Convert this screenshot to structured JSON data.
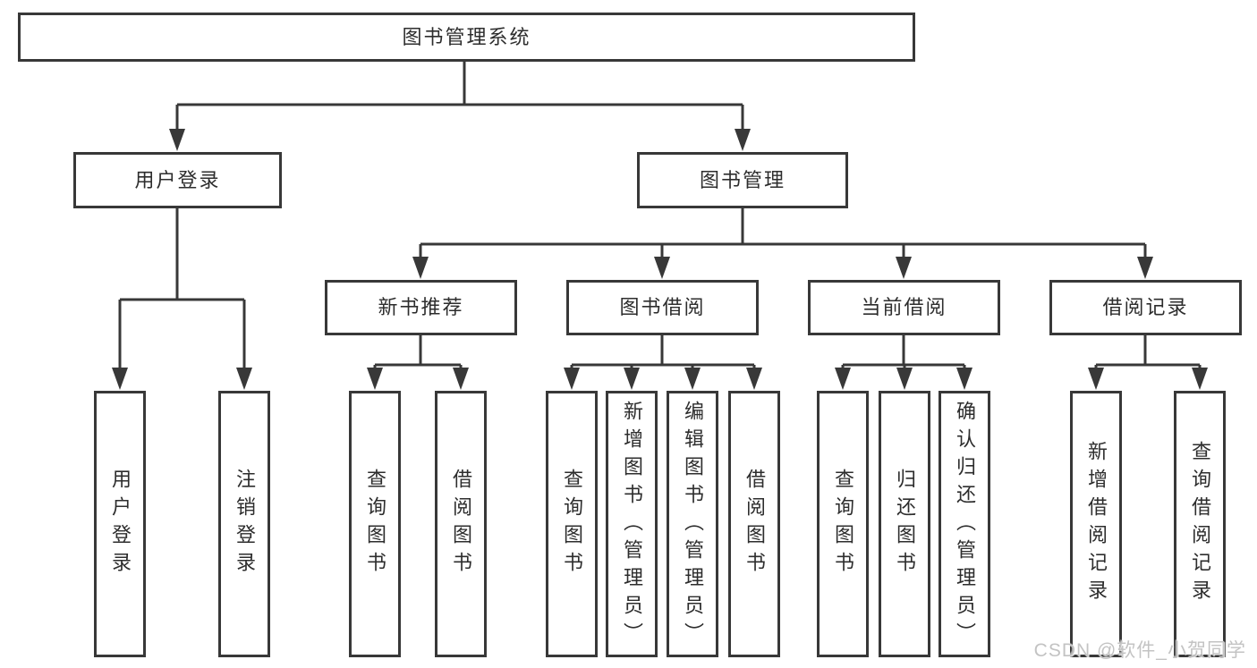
{
  "diagram_type": "hierarchy-org-chart",
  "tree": {
    "label": "图书管理系统",
    "children": [
      {
        "label": "用户登录",
        "children": [
          {
            "label": "用户登录"
          },
          {
            "label": "注销登录"
          }
        ]
      },
      {
        "label": "图书管理",
        "children": [
          {
            "label": "新书推荐",
            "children": [
              {
                "label": "查询图书"
              },
              {
                "label": "借阅图书"
              }
            ]
          },
          {
            "label": "图书借阅",
            "children": [
              {
                "label": "查询图书"
              },
              {
                "label": "新增图书（管理员）"
              },
              {
                "label": "编辑图书（管理员）"
              },
              {
                "label": "借阅图书"
              }
            ]
          },
          {
            "label": "当前借阅",
            "children": [
              {
                "label": "查询图书"
              },
              {
                "label": "归还图书"
              },
              {
                "label": "确认归还（管理员）"
              }
            ]
          },
          {
            "label": "借阅记录",
            "children": [
              {
                "label": "新增借阅记录"
              },
              {
                "label": "查询借阅记录"
              }
            ]
          }
        ]
      }
    ]
  },
  "watermark": {
    "text": "CSDN @软件_小贺同学"
  },
  "colors": {
    "line": "#383838",
    "box_border": "#383838",
    "box_fill": "#ffffff",
    "text": "#2d2d2d",
    "watermark": "#c3c3c3",
    "background": "#ffffff"
  }
}
